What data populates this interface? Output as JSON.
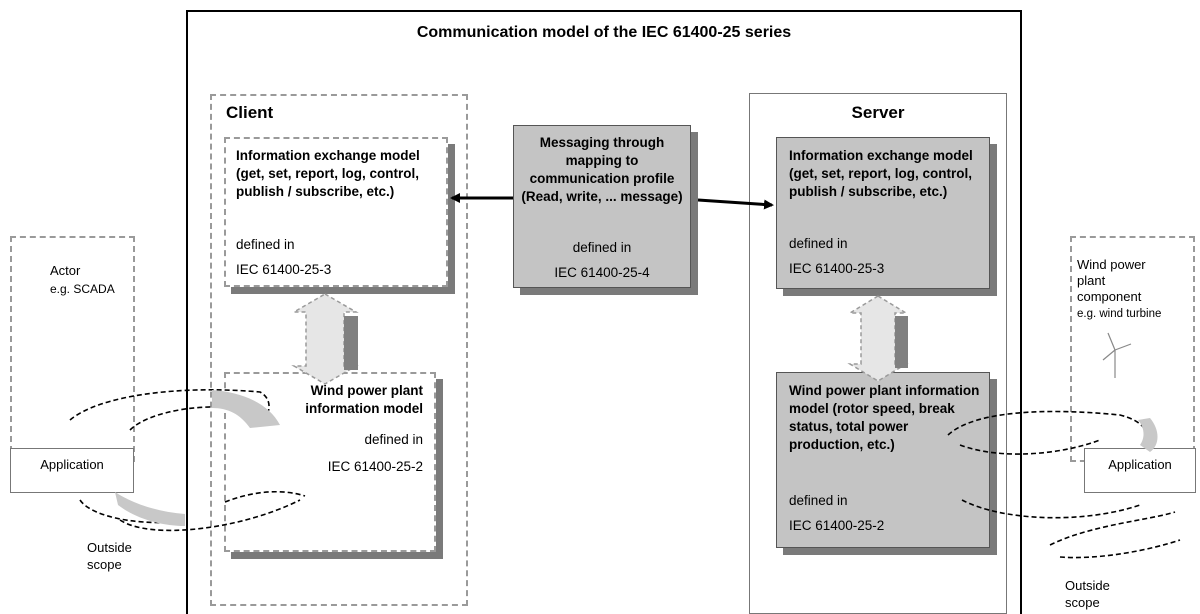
{
  "main_title": "Communication model of the IEC 61400-25 series",
  "client": {
    "title": "Client",
    "info_exchange": {
      "title": "Information exchange model (get, set, report, log, control, publish / subscribe, etc.)",
      "defined_in": "defined in",
      "standard": "IEC 61400-25-3"
    },
    "info_model": {
      "title": "Wind power plant information model",
      "defined_in": "defined in",
      "standard": "IEC 61400-25-2"
    }
  },
  "messaging": {
    "title": "Messaging through mapping to communication profile (Read, write, ... message)",
    "defined_in": "defined in",
    "standard": "IEC 61400-25-4"
  },
  "server": {
    "title": "Server",
    "info_exchange": {
      "title": "Information exchange model (get, set, report, log, control, publish / subscribe, etc.)",
      "defined_in": "defined in",
      "standard": "IEC 61400-25-3"
    },
    "info_model": {
      "title": "Wind power plant information model (rotor speed, break status, total power production, etc.)",
      "defined_in": "defined in",
      "standard": "IEC 61400-25-2"
    }
  },
  "actor": {
    "title": "Actor",
    "example": "e.g. SCADA",
    "application": "Application",
    "outside": "Outside scope"
  },
  "wind_plant": {
    "title": "Wind power plant component",
    "example": "e.g. wind turbine",
    "application": "Application",
    "outside": "Outside scope"
  }
}
